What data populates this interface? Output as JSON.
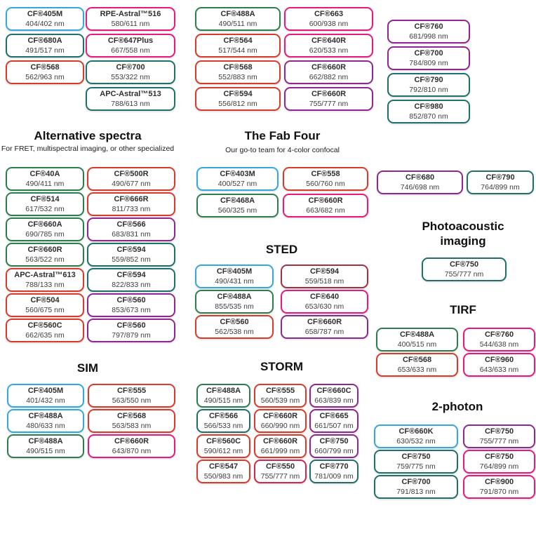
{
  "palette": {
    "blue": "#35a7e0",
    "green": "#2e7d4c",
    "teal": "#1f6f6b",
    "red": "#d93a2b",
    "magenta": "#e8187c",
    "purple": "#8e278f",
    "darkred": "#a33140",
    "crimson": "#c92950"
  },
  "chart_data": {
    "type": "table",
    "title": "CF dye selection chart by imaging application",
    "top_columns": [
      {
        "boxes": [
          {
            "name": "CF®405M",
            "range": "404/402 nm",
            "color": "blue"
          },
          {
            "name": "CF®680A",
            "range": "491/517 nm",
            "color": "teal"
          },
          {
            "name": "CF®568",
            "range": "562/963 nm",
            "color": "red"
          }
        ]
      },
      {
        "boxes": [
          {
            "name": "RPE-Astral™516",
            "range": "580/611 nm",
            "color": "magenta"
          },
          {
            "name": "CF®647Plus",
            "range": "667/558 nm",
            "color": "magenta"
          },
          {
            "name": "CF®700",
            "range": "553/322 nm",
            "color": "teal"
          },
          {
            "name": "APC-Astral™513",
            "range": "788/613 nm",
            "color": "teal"
          }
        ]
      },
      {
        "boxes": [
          {
            "name": "CF®488A",
            "range": "490/511 nm",
            "color": "green"
          },
          {
            "name": "CF®564",
            "range": "517/544 nm",
            "color": "red"
          },
          {
            "name": "CF®568",
            "range": "552/883 nm",
            "color": "red"
          },
          {
            "name": "CF®594",
            "range": "556/812 nm",
            "color": "red"
          }
        ]
      },
      {
        "boxes": [
          {
            "name": "CF®663",
            "range": "600/938 nm",
            "color": "magenta"
          },
          {
            "name": "CF®640R",
            "range": "620/533 nm",
            "color": "magenta"
          },
          {
            "name": "CF®660R",
            "range": "662/882 nm",
            "color": "purple"
          },
          {
            "name": "CF®660R",
            "range": "755/777 nm",
            "color": "purple"
          }
        ]
      },
      {
        "boxes": [
          {
            "name": "CF®760",
            "range": "681/998 nm",
            "color": "purple"
          },
          {
            "name": "CF®700",
            "range": "784/809 nm",
            "color": "purple"
          },
          {
            "name": "CF®790",
            "range": "792/810 nm",
            "color": "teal"
          },
          {
            "name": "CF®980",
            "range": "852/870 nm",
            "color": "teal"
          }
        ]
      }
    ],
    "sections": {
      "alternative": {
        "title": "Alternative spectra",
        "subtitle": "For FRET, multispectral imaging, or other specialized",
        "col1": [
          {
            "name": "CF®40A",
            "range": "490/411 nm",
            "color": "green"
          },
          {
            "name": "CF®514",
            "range": "617/532 nm",
            "color": "green"
          },
          {
            "name": "CF®660A",
            "range": "690/785 nm",
            "color": "green"
          },
          {
            "name": "CF®660R",
            "range": "563/522 nm",
            "color": "green"
          },
          {
            "name": "APC-Astral™613",
            "range": "788/133 nm",
            "color": "red"
          },
          {
            "name": "CF®504",
            "range": "560/675 nm",
            "color": "red"
          },
          {
            "name": "CF®560C",
            "range": "662/635 nm",
            "color": "red"
          }
        ],
        "col2": [
          {
            "name": "CF®500R",
            "range": "490/677 nm",
            "color": "red"
          },
          {
            "name": "CF®666R",
            "range": "811/733 nm",
            "color": "red"
          },
          {
            "name": "CF®566",
            "range": "683/831 nm",
            "color": "purple"
          },
          {
            "name": "CF®594",
            "range": "559/852 nm",
            "color": "teal"
          },
          {
            "name": "CF®594",
            "range": "822/833 nm",
            "color": "teal"
          },
          {
            "name": "CF®560",
            "range": "853/673 nm",
            "color": "purple"
          },
          {
            "name": "CF®560",
            "range": "797/879 nm",
            "color": "purple"
          }
        ]
      },
      "fab_four": {
        "title": "The Fab Four",
        "subtitle": "Our go-to team for 4-color confocal",
        "col1": [
          {
            "name": "CF®403M",
            "range": "400/527 nm",
            "color": "blue"
          },
          {
            "name": "CF®468A",
            "range": "560/325 nm",
            "color": "green"
          }
        ],
        "col2": [
          {
            "name": "CF®558",
            "range": "560/760 nm",
            "color": "red"
          },
          {
            "name": "CF®660R",
            "range": "663/682 nm",
            "color": "magenta"
          }
        ]
      },
      "far_red_pair": {
        "col1": [
          {
            "name": "CF®680",
            "range": "746/698 nm",
            "color": "purple"
          }
        ],
        "col2": [
          {
            "name": "CF®790",
            "range": "764/899 nm",
            "color": "teal"
          }
        ]
      },
      "sted": {
        "title": "STED",
        "col1": [
          {
            "name": "CF®405M",
            "range": "490/431 nm",
            "color": "blue"
          },
          {
            "name": "CF®488A",
            "range": "855/535 nm",
            "color": "green"
          },
          {
            "name": "CF®560",
            "range": "562/538 nm",
            "color": "red"
          }
        ],
        "col2": [
          {
            "name": "CF®594",
            "range": "559/518 nm",
            "color": "darkred"
          },
          {
            "name": "CF®640",
            "range": "653/630 nm",
            "color": "magenta"
          },
          {
            "name": "CF®660R",
            "range": "658/787 nm",
            "color": "purple"
          }
        ]
      },
      "photoacoustic": {
        "title_line1": "Photoacoustic",
        "title_line2": "imaging",
        "col1": [
          {
            "name": "CF®750",
            "range": "755/777 nm",
            "color": "teal"
          }
        ]
      },
      "tirf": {
        "title": "TIRF",
        "col1": [
          {
            "name": "CF®488A",
            "range": "400/515 nm",
            "color": "green"
          },
          {
            "name": "CF®568",
            "range": "653/633 nm",
            "color": "red"
          }
        ],
        "col2": [
          {
            "name": "CF®760",
            "range": "544/638 nm",
            "color": "magenta"
          },
          {
            "name": "CF®960",
            "range": "643/633 nm",
            "color": "magenta"
          }
        ]
      },
      "sim": {
        "title": "SIM",
        "col1": [
          {
            "name": "CF®405M",
            "range": "401/432 nm",
            "color": "blue"
          },
          {
            "name": "CF®488A",
            "range": "480/633 nm",
            "color": "blue"
          },
          {
            "name": "CF®488A",
            "range": "490/515 nm",
            "color": "green"
          }
        ],
        "col2": [
          {
            "name": "CF®555",
            "range": "563/550 nm",
            "color": "red"
          },
          {
            "name": "CF®568",
            "range": "563/583 nm",
            "color": "red"
          },
          {
            "name": "CF®660R",
            "range": "643/870 nm",
            "color": "magenta"
          }
        ]
      },
      "storm": {
        "title": "STORM",
        "col1": [
          {
            "name": "CF®488A",
            "range": "490/515 nm",
            "color": "green"
          },
          {
            "name": "CF®566",
            "range": "566/533 nm",
            "color": "teal"
          },
          {
            "name": "CF®560C",
            "range": "590/612 nm",
            "color": "red"
          },
          {
            "name": "CF®547",
            "range": "550/983 nm",
            "color": "red"
          }
        ],
        "col2": [
          {
            "name": "CF®555",
            "range": "560/539 nm",
            "color": "red"
          },
          {
            "name": "CF®660R",
            "range": "660/990 nm",
            "color": "red"
          },
          {
            "name": "CF®660R",
            "range": "661/999 nm",
            "color": "red"
          },
          {
            "name": "CF®550",
            "range": "755/777 nm",
            "color": "crimson"
          }
        ],
        "col3": [
          {
            "name": "CF®660C",
            "range": "663/839 nm",
            "color": "purple"
          },
          {
            "name": "CF®665",
            "range": "661/507 nm",
            "color": "purple"
          },
          {
            "name": "CF®750",
            "range": "660/799 nm",
            "color": "purple"
          },
          {
            "name": "CF®770",
            "range": "781/009 nm",
            "color": "teal"
          }
        ]
      },
      "two_photon": {
        "title": "2-photon",
        "col1": [
          {
            "name": "CF®660K",
            "range": "630/532 nm",
            "color": "blue"
          },
          {
            "name": "CF®750",
            "range": "759/775 nm",
            "color": "teal"
          },
          {
            "name": "CF®700",
            "range": "791/813 nm",
            "color": "teal"
          }
        ],
        "col2": [
          {
            "name": "CF®750",
            "range": "755/777 nm",
            "color": "purple"
          },
          {
            "name": "CF®750",
            "range": "764/899 nm",
            "color": "magenta"
          },
          {
            "name": "CF®900",
            "range": "791/870 nm",
            "color": "magenta"
          }
        ]
      }
    }
  }
}
